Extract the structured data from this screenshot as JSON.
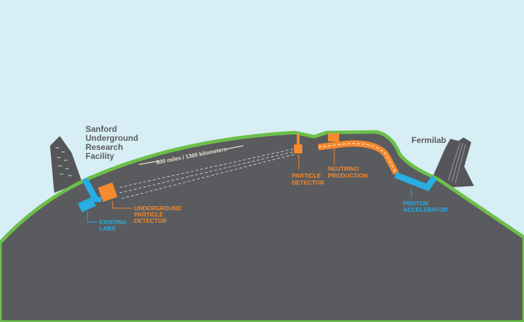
{
  "sites": {
    "sanford": [
      "Sanford",
      "Underground",
      "Research",
      "Facility"
    ],
    "fermilab": "Fermilab"
  },
  "distance": "800 miles / 1300 kilometers",
  "labels": {
    "underground_detector": [
      "UNDERGROUND",
      "PARTICLE",
      "DETECTOR"
    ],
    "existing_labs": [
      "EXISTING",
      "LABS"
    ],
    "particle_detector": [
      "PARTICLE",
      "DETECTOR"
    ],
    "neutrino_production": [
      "NEUTRINO",
      "PRODUCTION"
    ],
    "proton_accelerator": [
      "PROTON",
      "ACCELERATOR"
    ]
  },
  "colors": {
    "sky": "#d7eef5",
    "ground": "#5a5b5e",
    "grass": "#6cbf4a",
    "orange": "#f58a2e",
    "blue": "#27aee3"
  }
}
